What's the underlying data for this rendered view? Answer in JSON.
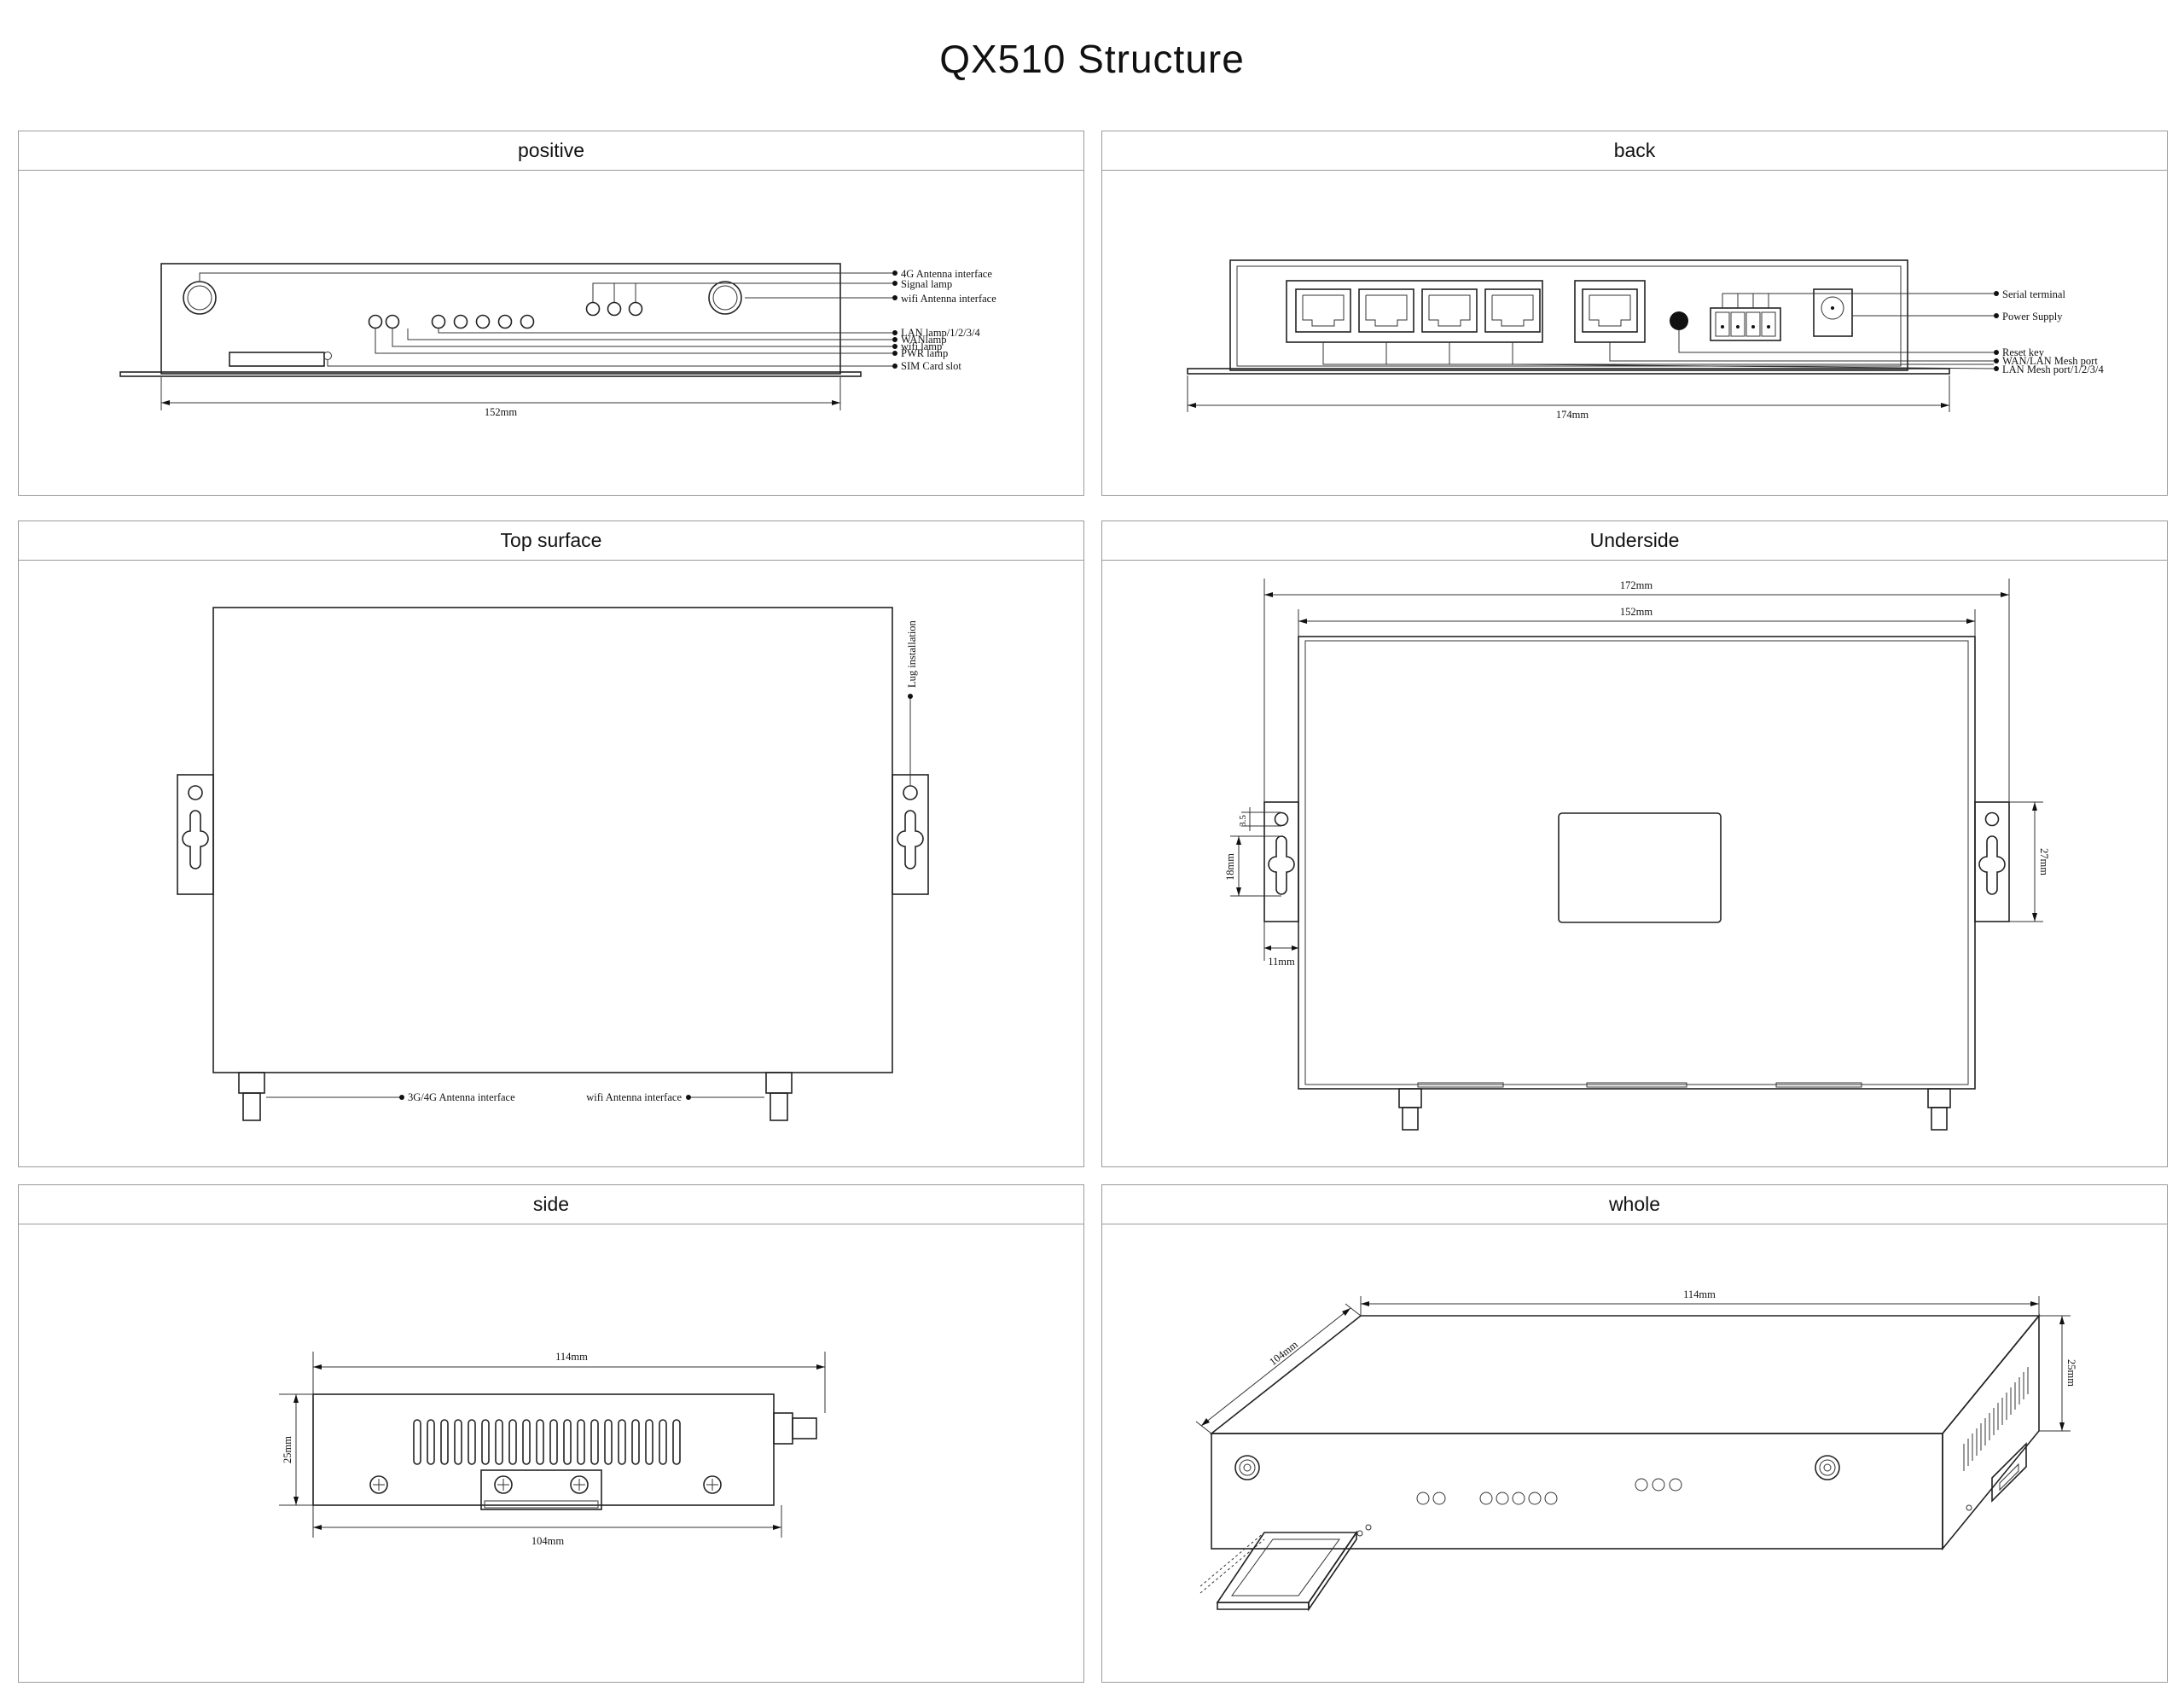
{
  "title": "QX510 Structure",
  "panels": {
    "positive": {
      "header": "positive",
      "labels": {
        "antenna4g": "4G Antenna interface",
        "signal_lamp": "Signal lamp",
        "wifi_antenna": "wifi Antenna interface",
        "lan_lamp": "LAN lamp/1/2/3/4",
        "wan_lamp": "WANlamp",
        "wifi_lamp": "wifi lamp",
        "pwr_lamp": "PWR lamp",
        "sim_slot": "SIM Card slot"
      },
      "dim_width": "152mm"
    },
    "back": {
      "header": "back",
      "labels": {
        "serial": "Serial terminal",
        "power": "Power Supply",
        "reset": "Reset key",
        "wan_lan": "WAN/LAN Mesh port",
        "lan_mesh": "LAN Mesh port/1/2/3/4"
      },
      "dim_width": "174mm"
    },
    "top": {
      "header": "Top surface",
      "labels": {
        "lug": "Lug installation",
        "antenna3g4g": "3G/4G Antenna interface",
        "wifi_antenna": "wifi Antenna interface"
      }
    },
    "underside": {
      "header": "Underside",
      "dims": {
        "total": "172mm",
        "body": "152mm",
        "hole": "3.5",
        "slot": "18mm",
        "lug_h": "27mm",
        "lug_w": "11mm"
      }
    },
    "side": {
      "header": "side",
      "dims": {
        "top": "114mm",
        "bottom": "104mm",
        "height": "25mm"
      }
    },
    "whole": {
      "header": "whole",
      "dims": {
        "length": "114mm",
        "depth": "104mm",
        "height": "25mm"
      }
    }
  }
}
